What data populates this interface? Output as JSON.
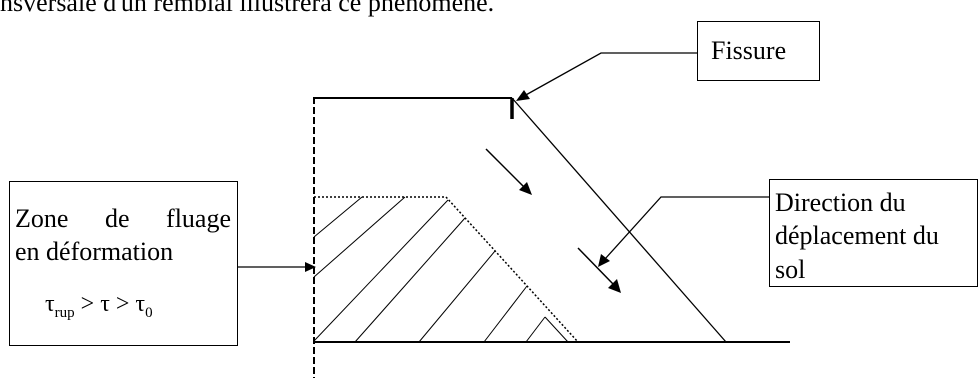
{
  "header_text": "nsversale d'un remblai illustrera ce phénomène.",
  "labels": {
    "fissure": "Fissure",
    "direction": [
      "Direction du",
      "déplacement du",
      "sol"
    ],
    "zone": {
      "line1_words": [
        "Zone",
        "de",
        "fluage"
      ],
      "line2": "en déformation",
      "formula": {
        "tau": "τ",
        "rup": "rup",
        "gt": ">",
        "zero": "0"
      }
    }
  }
}
